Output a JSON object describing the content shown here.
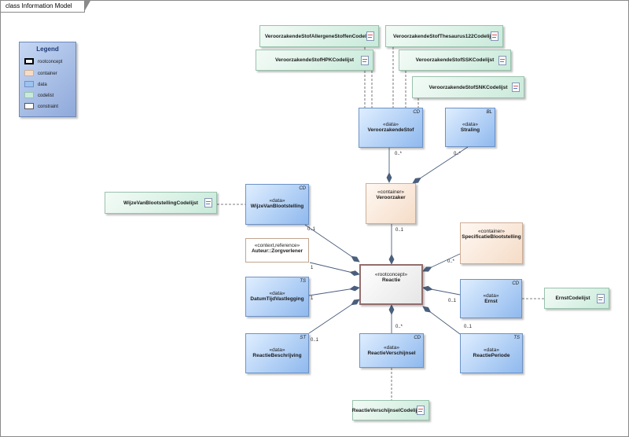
{
  "frame": {
    "title": "class Information Model"
  },
  "legend": {
    "title": "Legend",
    "items": [
      {
        "label": "rootconcept",
        "fill": "#ffffff",
        "border": "#000000"
      },
      {
        "label": "container",
        "fill": "#f5dcc7",
        "border": "#cfae96"
      },
      {
        "label": "data",
        "fill": "#9cc3f0",
        "border": "#6d93c7"
      },
      {
        "label": "codelist",
        "fill": "#c9eadb",
        "border": "#99c2ad"
      },
      {
        "label": "constraint",
        "fill": "#ffffff",
        "border": "#555555"
      }
    ]
  },
  "classes": {
    "veroorzakende_stof": {
      "stereotype": "«data»",
      "name": "VeroorzakendeStof",
      "tag": "CD"
    },
    "straling": {
      "stereotype": "«data»",
      "name": "Straling",
      "tag": "BL"
    },
    "veroorzaker": {
      "stereotype": "«container»",
      "name": "Veroorzaker"
    },
    "wijze_van_blootstelling": {
      "stereotype": "«data»",
      "name": "WijzeVanBlootstelling",
      "tag": "CD"
    },
    "auteur": {
      "stereotype": "«context,reference»",
      "name": "Auteur::Zorgverlener"
    },
    "reactie": {
      "stereotype": "«rootconcept»",
      "name": "Reactie"
    },
    "specificatie_blootstelling": {
      "stereotype": "«container»",
      "name": "SpecificatieBlootstelling"
    },
    "datum_tijd": {
      "stereotype": "«data»",
      "name": "DatumTijdVastlegging",
      "tag": "TS"
    },
    "ernst": {
      "stereotype": "«data»",
      "name": "Ernst",
      "tag": "CD"
    },
    "reactie_beschrijving": {
      "stereotype": "«data»",
      "name": "ReactieBeschrijving",
      "tag": "ST"
    },
    "reactie_verschijnsel": {
      "stereotype": "«data»",
      "name": "ReactieVerschijnsel",
      "tag": "CD"
    },
    "reactie_periode": {
      "stereotype": "«data»",
      "name": "ReactiePeriode",
      "tag": "TS"
    }
  },
  "codelists": {
    "allergene": "VeroorzakendeStofAllergeneStoffenCodelijst",
    "thesaurus": "VeroorzakendeStofThesaurus122Codelijst",
    "hpk": "VeroorzakendeStofHPKCodelijst",
    "ssk": "VeroorzakendeStofSSKCodelijst",
    "snk": "VeroorzakendeStofSNKCodelijst",
    "wijze": "WijzeVanBlootstellingCodelijst",
    "ernst": "ErnstCodelijst",
    "verschijnsel": "ReactieVerschijnselCodelijst"
  },
  "multiplicities": {
    "stof": "0..*",
    "straling": "0..*",
    "veroorzaker": "0..1",
    "wijze": "0..1",
    "auteur": "1",
    "datum": "1",
    "beschrijving": "0..1",
    "specificatie": "0..*",
    "ernst": "0..1",
    "verschijnsel": "0..*",
    "periode": "0..1"
  }
}
